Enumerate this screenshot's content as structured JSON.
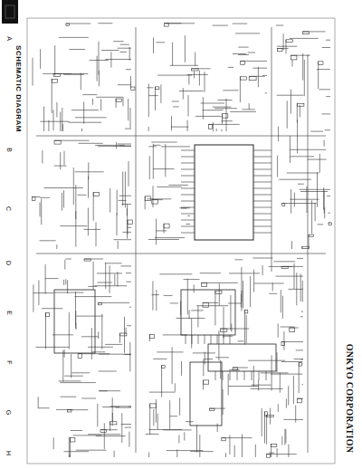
{
  "diagram": {
    "title": "SCHEMATIC DIAGRAM",
    "labels": [
      "A",
      "B",
      "C",
      "D",
      "E",
      "F",
      "G",
      "H",
      "ONKYO CORPORATION"
    ]
  }
}
